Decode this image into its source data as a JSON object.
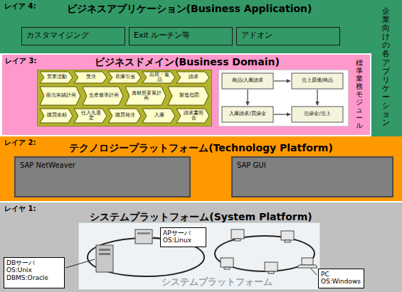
{
  "diagram": {
    "nodes": [
      {
        "text": [
          "レイア 4:",
          "ビジネスアプリケーション(Business Application)"
        ]
      },
      {
        "text": [
          "カスタマイジング"
        ],
        "in": 0
      },
      {
        "text": [
          "Exit ルーチン等"
        ],
        "in": 0
      },
      {
        "text": [
          "アドオン"
        ],
        "in": 0
      },
      {
        "text": [
          "企業向けの各アプリケーション"
        ]
      },
      {
        "text": [
          "レイア 3:",
          "ビジネスドメイン(Business Domain)",
          "標準業務モジュール"
        ]
      },
      {
        "text": [
          "レイア 2:",
          "テクノロジープラットフォーム(Technology Platform)"
        ]
      },
      {
        "text": [
          "SAP NetWeaver"
        ],
        "in": 6
      },
      {
        "text": [
          "SAP GUI"
        ],
        "in": 6
      },
      {
        "text": [
          "レイヤ 1:",
          "システムプラットフォーム(System Platform)"
        ]
      },
      {
        "text": [
          "APサーバ OS:Linux"
        ],
        "in": 9
      },
      {
        "text": [
          "DBサーバ OS:Unix DBMS:Oracle"
        ],
        "in": 9
      },
      {
        "text": [
          "PC OS:Windows"
        ],
        "in": 9
      }
    ],
    "labels": [
      "営業活動",
      "受注",
      "在庫引当",
      "出荷・返品",
      "請求",
      "販売実績計画",
      "生産基準計画",
      "資材所要量計画",
      "製造指図",
      "購買依頼",
      "仕入先選定",
      "購買発注",
      "入庫",
      "請求書照合",
      "商品/入庫請求",
      "売上原価/商品",
      "入庫請求/買掛金",
      "売掛金/売上",
      "システムプラットフォーム"
    ]
  }
}
